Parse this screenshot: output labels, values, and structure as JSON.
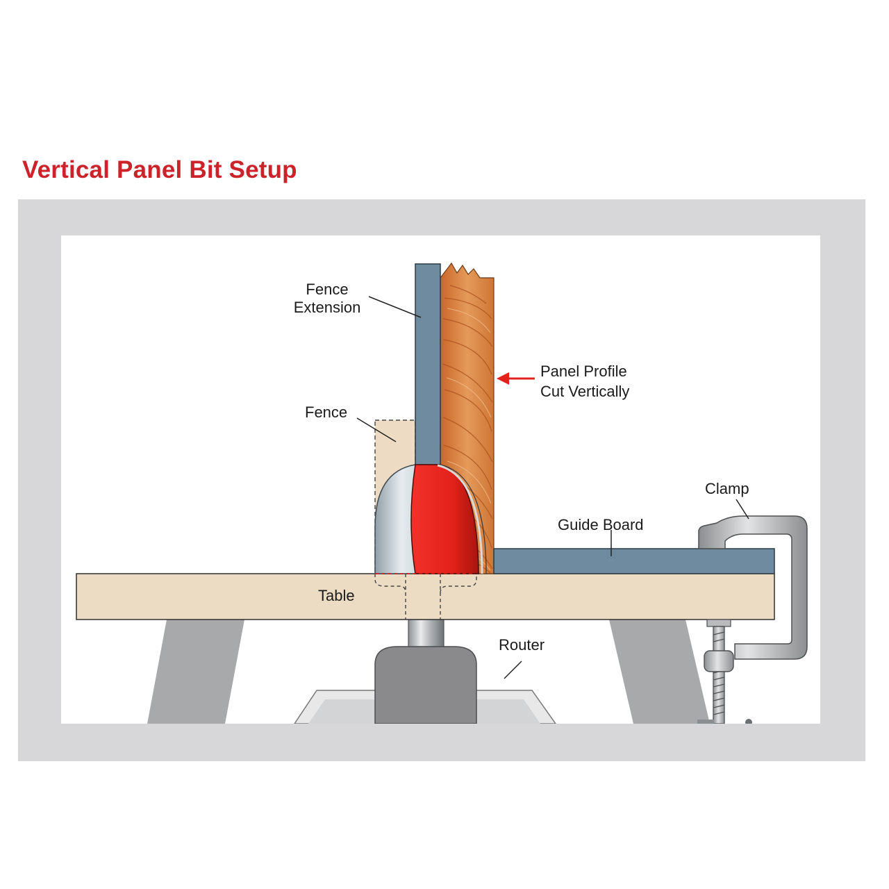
{
  "title": "Vertical Panel Bit Setup",
  "colors": {
    "title": "#cc2229",
    "frame": "#d7d7d9",
    "fence_extension": "#6f8ba0",
    "panel_wood": "#d9803f",
    "bit_cutter": "#e3231b",
    "table": "#ecdcc4",
    "router_body": "#8a8a8c",
    "clamp": "#a9abad",
    "arrow": "#e3231b"
  },
  "labels": {
    "fence_extension": [
      "Fence",
      "Extension"
    ],
    "panel_profile": [
      "Panel Profile",
      "Cut Vertically"
    ],
    "fence": "Fence",
    "clamp": "Clamp",
    "guide_board": "Guide Board",
    "table": "Table",
    "router": "Router"
  }
}
